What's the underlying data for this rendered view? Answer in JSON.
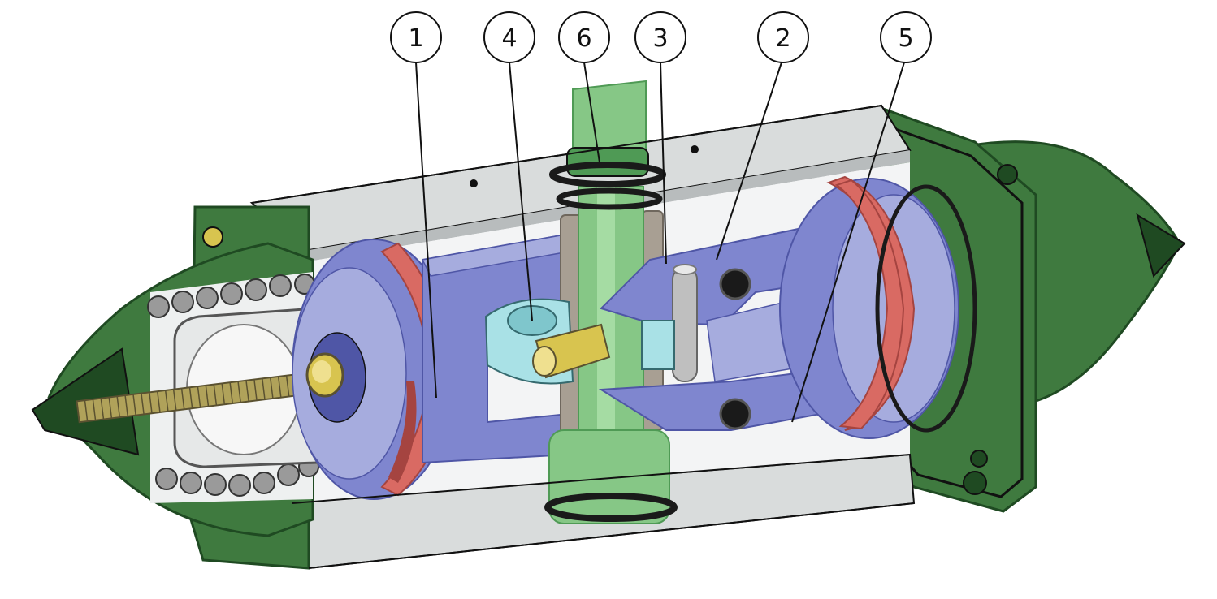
{
  "colors": {
    "background": "#ffffff",
    "housing": "#3f7a3f",
    "housing_dark": "#1f4a22",
    "housing_light": "#6fa86a",
    "barrel": "#d9dcdc",
    "barrel_shade": "#b8bcbd",
    "piston": "#7f86cf",
    "piston_dark": "#4f56a6",
    "piston_light": "#a6acde",
    "seal_band": "#d96a63",
    "seal_band_dark": "#a54440",
    "shaft": "#86c786",
    "shaft_dark": "#4f9a55",
    "bushing": "#a89f93",
    "cam": "#a9e1e6",
    "brass": "#d8c44f",
    "oring": "#1a1a1a",
    "pin": "#bfbfbf",
    "spring": "#9a9a9a",
    "line": "#111111"
  },
  "callouts": [
    {
      "id": "1",
      "label": "1"
    },
    {
      "id": "4",
      "label": "4"
    },
    {
      "id": "6",
      "label": "6"
    },
    {
      "id": "3",
      "label": "3"
    },
    {
      "id": "2",
      "label": "2"
    },
    {
      "id": "5",
      "label": "5"
    }
  ]
}
